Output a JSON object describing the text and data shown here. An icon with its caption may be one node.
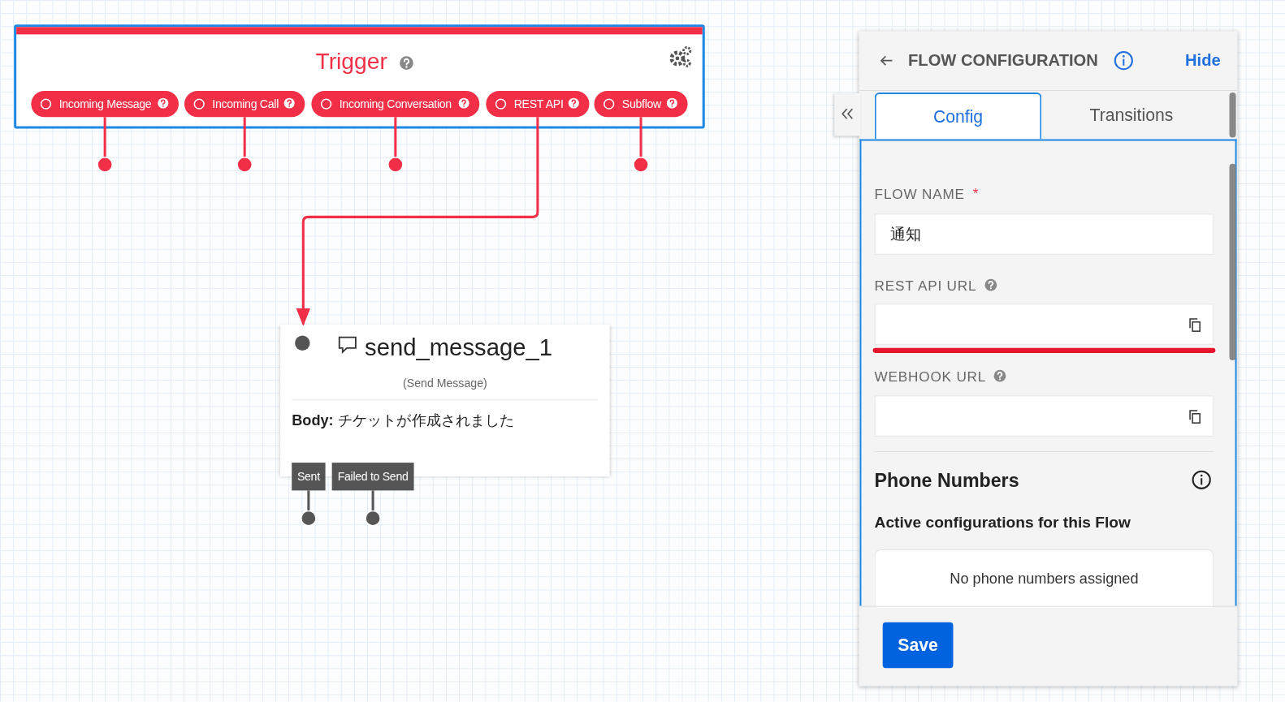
{
  "diagram": {
    "nodes": [
      {
        "text": [
          "Trigger"
        ]
      },
      {
        "text": [
          "Incoming Message"
        ],
        "in": 0
      },
      {
        "text": [
          "Incoming Call"
        ],
        "in": 0
      },
      {
        "text": [
          "Incoming Conversation"
        ],
        "in": 0
      },
      {
        "text": [
          "REST API"
        ],
        "in": 0
      },
      {
        "text": [
          "Subflow"
        ],
        "in": 0
      },
      {
        "text": [
          "send_message_1",
          "(Send Message)",
          "**Body:** チケットが作成されました"
        ]
      },
      {
        "text": [
          "Sent"
        ]
      },
      {
        "text": [
          "Failed to Send"
        ]
      }
    ],
    "edges": [
      {
        "from": 1,
        "to": null,
        "arrow": "other"
      },
      {
        "from": 2,
        "to": null,
        "arrow": "other"
      },
      {
        "from": 3,
        "to": null,
        "arrow": "other"
      },
      {
        "from": 4,
        "to": 6,
        "arrow": "to"
      },
      {
        "from": 5,
        "to": null,
        "arrow": "other"
      },
      {
        "from": 7,
        "to": null,
        "arrow": "other",
        "color": "#555555"
      },
      {
        "from": 8,
        "to": null,
        "arrow": "other",
        "color": "#555555"
      }
    ],
    "labels": [
      "FLOW CONFIGURATION",
      "Hide",
      "Config",
      "Transitions",
      "FLOW NAME",
      "*",
      "通知",
      "REST API URL",
      "WEBHOOK URL",
      "Phone Numbers",
      "Active configurations for this Flow",
      "No phone numbers assigned",
      "Save"
    ]
  }
}
